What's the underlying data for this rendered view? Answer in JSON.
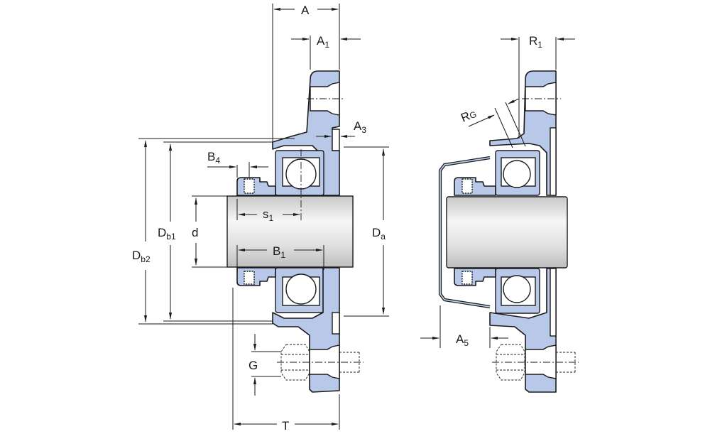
{
  "diagram": {
    "title": "Flanged ball bearing unit – dimension drawing",
    "colors": {
      "housing": "#b8c8e8",
      "line": "#1a1a1a",
      "shaft_light": "#f4f4f4",
      "shaft_dark": "#c4c4c4"
    },
    "views": [
      {
        "id": "left",
        "description": "Section view with open end"
      },
      {
        "id": "right",
        "description": "Section view with end cover"
      }
    ],
    "labels": {
      "A": {
        "main": "A",
        "sub": ""
      },
      "A1": {
        "main": "A",
        "sub": "1"
      },
      "A3": {
        "main": "A",
        "sub": "3"
      },
      "A5": {
        "main": "A",
        "sub": "5"
      },
      "B4": {
        "main": "B",
        "sub": "4"
      },
      "B1": {
        "main": "B",
        "sub": "1"
      },
      "s1": {
        "main": "s",
        "sub": "1"
      },
      "d": {
        "main": "d",
        "sub": ""
      },
      "Db1": {
        "main": "D",
        "sub": "b1"
      },
      "Db2": {
        "main": "D",
        "sub": "b2"
      },
      "Da": {
        "main": "D",
        "sub": "a"
      },
      "G": {
        "main": "G",
        "sub": ""
      },
      "T": {
        "main": "T",
        "sub": ""
      },
      "R1": {
        "main": "R",
        "sub": "1"
      },
      "RG": {
        "main": "R",
        "sub": "G"
      }
    }
  }
}
